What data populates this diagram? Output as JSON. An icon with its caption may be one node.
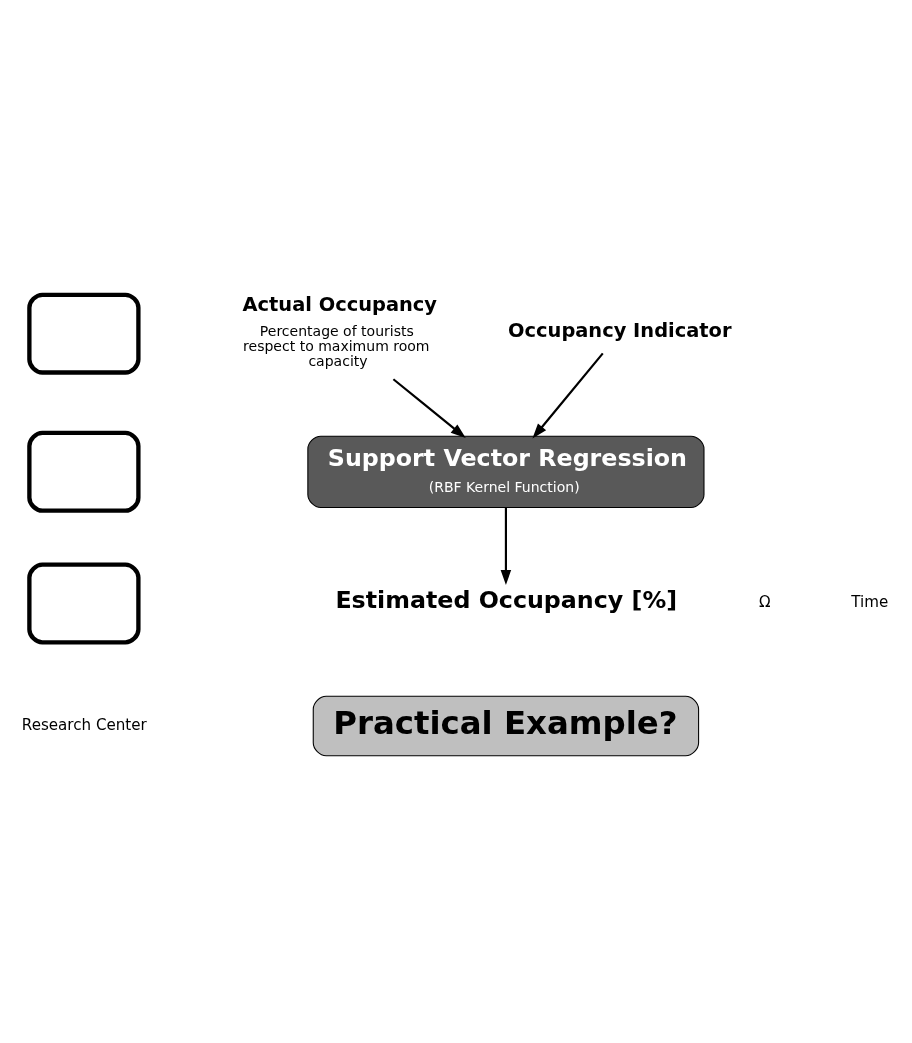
{
  "diagram": {
    "nodes": [
      {
        "text": [],
        "shape": "box"
      },
      {
        "text": [],
        "shape": "box"
      },
      {
        "text": [],
        "shape": "box"
      },
      {
        "text": [
          "Occupancy Indicator"
        ]
      },
      {
        "text": [
          "Actual Occupancy",
          "Percentage of tourists respect to maximum room capacity"
        ]
      },
      {
        "text": [
          "Support Vector Regression",
          "(RBF Kernel Function)"
        ]
      },
      {
        "text": [
          "Estimated Occupancy [%]"
        ]
      },
      {
        "text": [
          "Practical Example?"
        ]
      }
    ],
    "edges": [
      {
        "from": 3,
        "to": 5,
        "arrow": "to"
      },
      {
        "from": 4,
        "to": 5,
        "arrow": "to"
      },
      {
        "from": 5,
        "to": 6,
        "arrow": "to"
      }
    ],
    "labels": [
      "Ω",
      "Time",
      "Research Center"
    ]
  }
}
